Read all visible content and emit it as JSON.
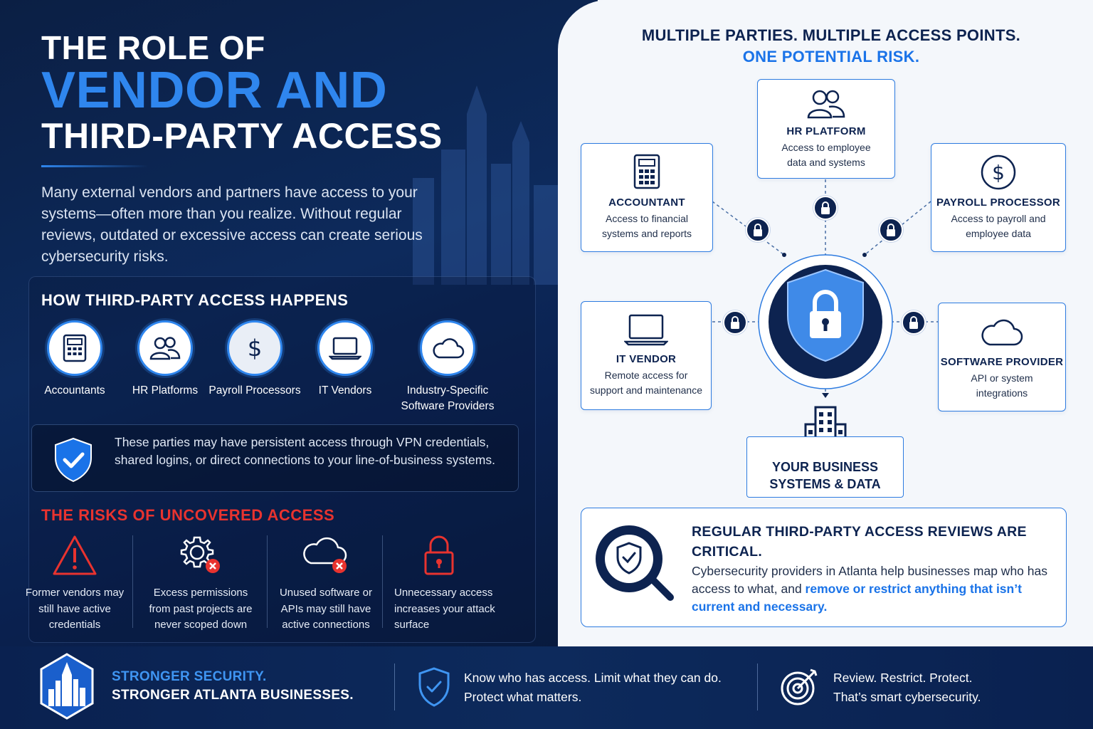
{
  "title": {
    "line1": "THE ROLE OF",
    "line2": "VENDOR AND",
    "line3": "THIRD-PARTY ACCESS"
  },
  "intro": "Many external vendors and partners have access to your systems—often more than you realize. Without regular reviews, outdated or excessive access can create serious cybersecurity risks.",
  "how": {
    "heading": "HOW THIRD-PARTY ACCESS HAPPENS",
    "items": [
      {
        "label": "Accountants",
        "icon": "calculator-icon"
      },
      {
        "label": "HR Platforms",
        "icon": "people-icon"
      },
      {
        "label": "Payroll Processors",
        "icon": "dollar-icon"
      },
      {
        "label": "IT Vendors",
        "icon": "laptop-icon"
      },
      {
        "label": "Industry-Specific Software Providers",
        "icon": "cloud-icon"
      }
    ],
    "note": "These parties may have persistent access through VPN credentials, shared logins, or direct connections to your line-of-business systems."
  },
  "risks": {
    "heading": "THE RISKS OF UNCOVERED ACCESS",
    "items": [
      {
        "label": "Former vendors may still have active credentials",
        "icon": "warning-icon"
      },
      {
        "label": "Excess permissions from past projects are never scoped down",
        "icon": "gear-error-icon"
      },
      {
        "label": "Unused software or APIs may still have active connections",
        "icon": "cloud-error-icon"
      },
      {
        "label": "Unnecessary access increases your attack surface",
        "icon": "padlock-icon"
      }
    ]
  },
  "diagram": {
    "heading1": "MULTIPLE PARTIES. MULTIPLE ACCESS POINTS.",
    "heading2": "ONE POTENTIAL RISK.",
    "parties": {
      "hr": {
        "title": "HR PLATFORM",
        "desc": "Access to employee data and systems"
      },
      "accountant": {
        "title": "ACCOUNTANT",
        "desc": "Access to financial systems and reports"
      },
      "payroll": {
        "title": "PAYROLL PROCESSOR",
        "desc": "Access to payroll and employee data"
      },
      "it": {
        "title": "IT VENDOR",
        "desc": "Remote access for support and maintenance"
      },
      "software": {
        "title": "SOFTWARE PROVIDER",
        "desc": "API or system integrations"
      }
    },
    "business": {
      "line1": "YOUR BUSINESS",
      "line2": "SYSTEMS & DATA"
    }
  },
  "callout": {
    "heading": "REGULAR THIRD-PARTY ACCESS REVIEWS ARE CRITICAL.",
    "text": "Cybersecurity providers in Atlanta help businesses map who has access to what, and ",
    "highlight": "remove or restrict anything that isn’t current and necessary."
  },
  "footer": {
    "tag1": "STRONGER SECURITY.",
    "tag2": "STRONGER ATLANTA BUSINESSES.",
    "msg1a": "Know who has access. Limit what they can do.",
    "msg1b": "Protect what matters.",
    "msg2a": "Review. Restrict. Protect.",
    "msg2b": "That’s smart cybersecurity."
  },
  "colors": {
    "navy": "#0d2350",
    "accent": "#2f86ee",
    "risk_red": "#e8332f"
  }
}
